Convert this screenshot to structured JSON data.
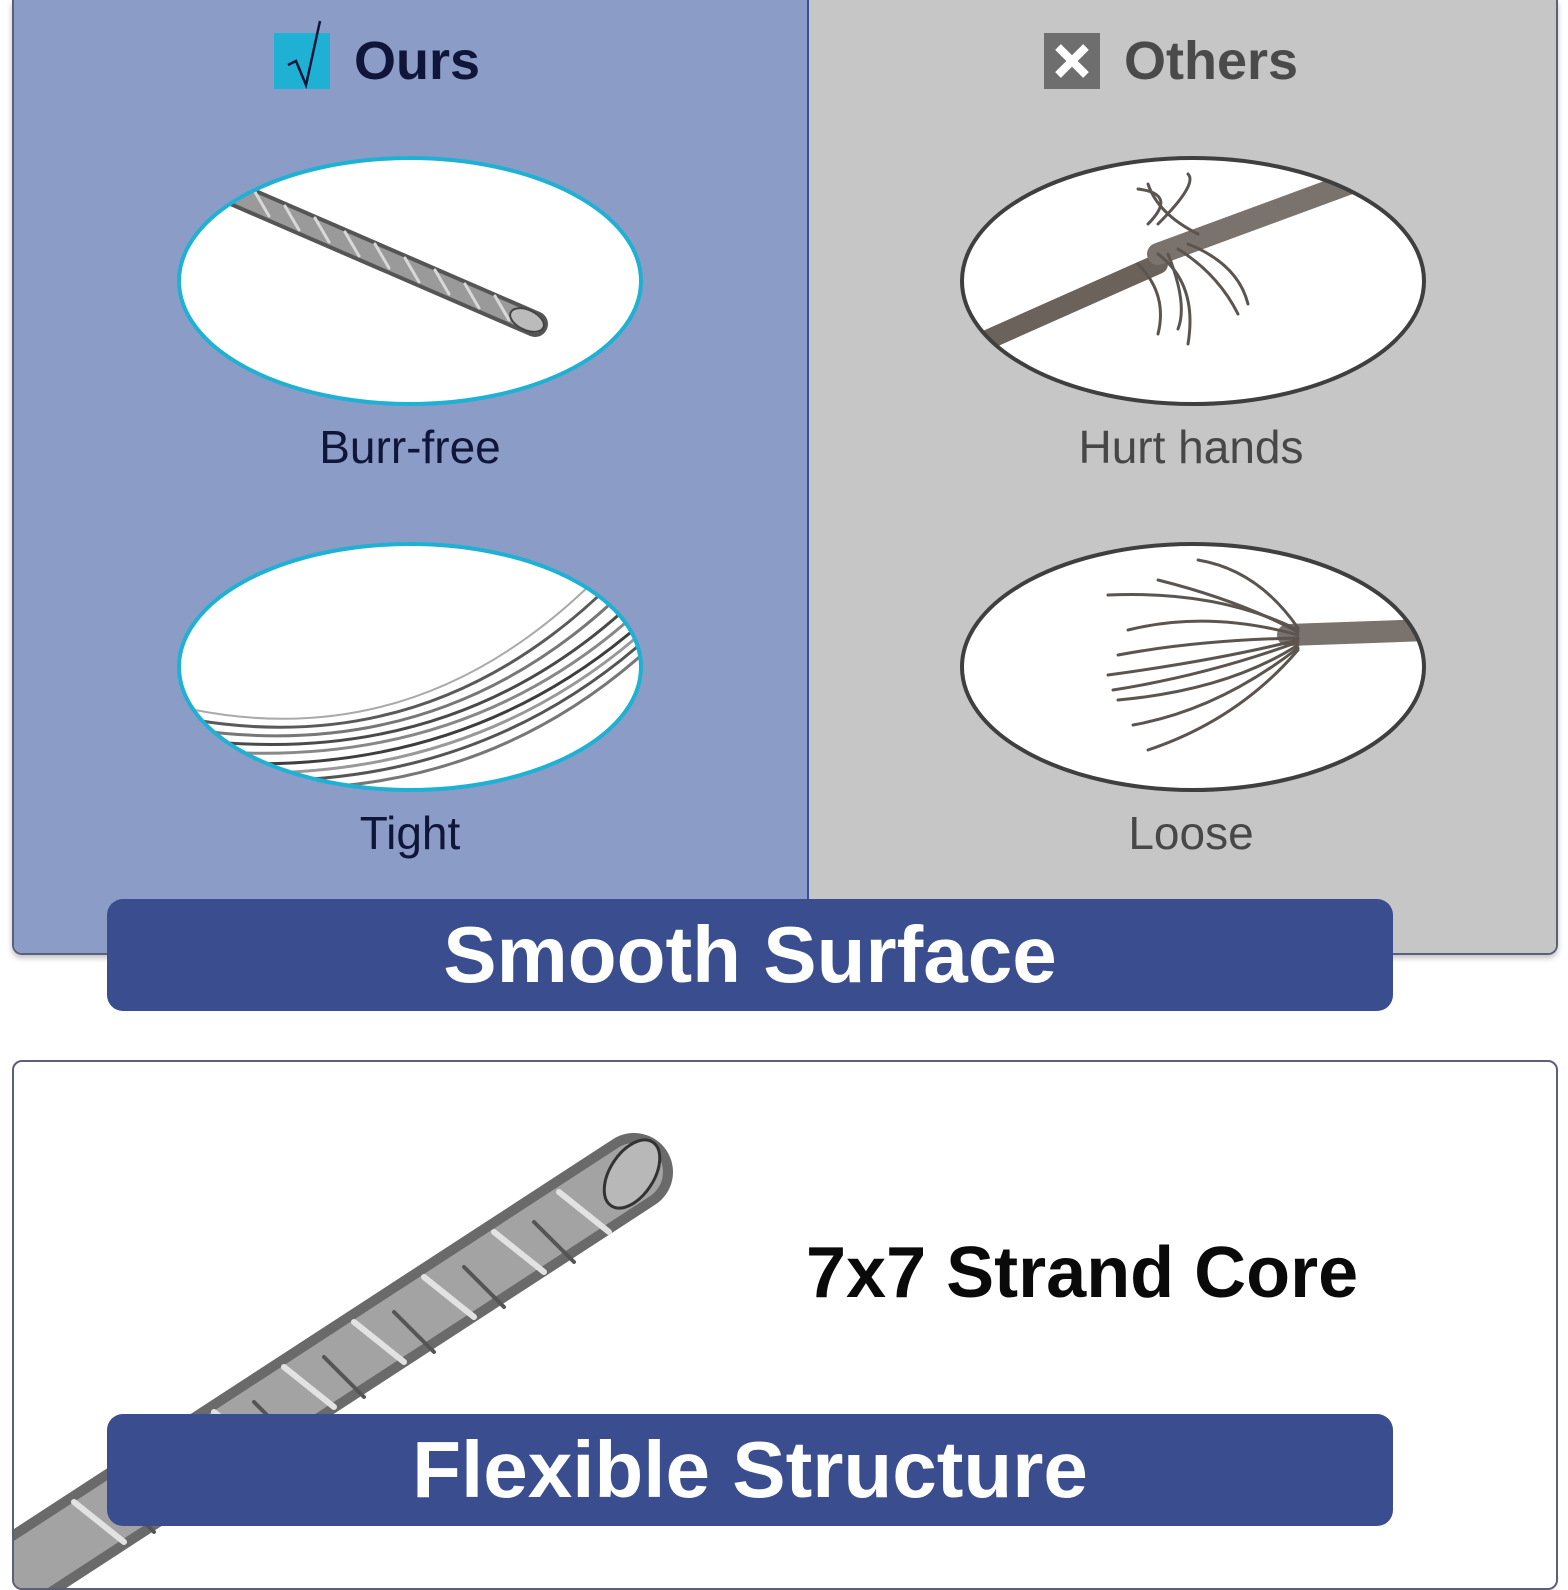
{
  "comparison": {
    "ours": {
      "label": "Ours",
      "icon": "check-icon",
      "accent": "#1fb1d3",
      "items": [
        {
          "caption": "Burr-free"
        },
        {
          "caption": "Tight"
        }
      ]
    },
    "others": {
      "label": "Others",
      "icon": "x-icon",
      "accent": "#6e6e6e",
      "items": [
        {
          "caption": "Hurt hands"
        },
        {
          "caption": "Loose"
        }
      ]
    }
  },
  "banners": {
    "smooth": "Smooth Surface",
    "flexible": "Flexible Structure"
  },
  "structure": {
    "title": "7x7 Strand Core"
  },
  "colors": {
    "ours_bg": "#8b9cc7",
    "others_bg": "#c6c6c6",
    "banner": "#3a4d8f"
  }
}
